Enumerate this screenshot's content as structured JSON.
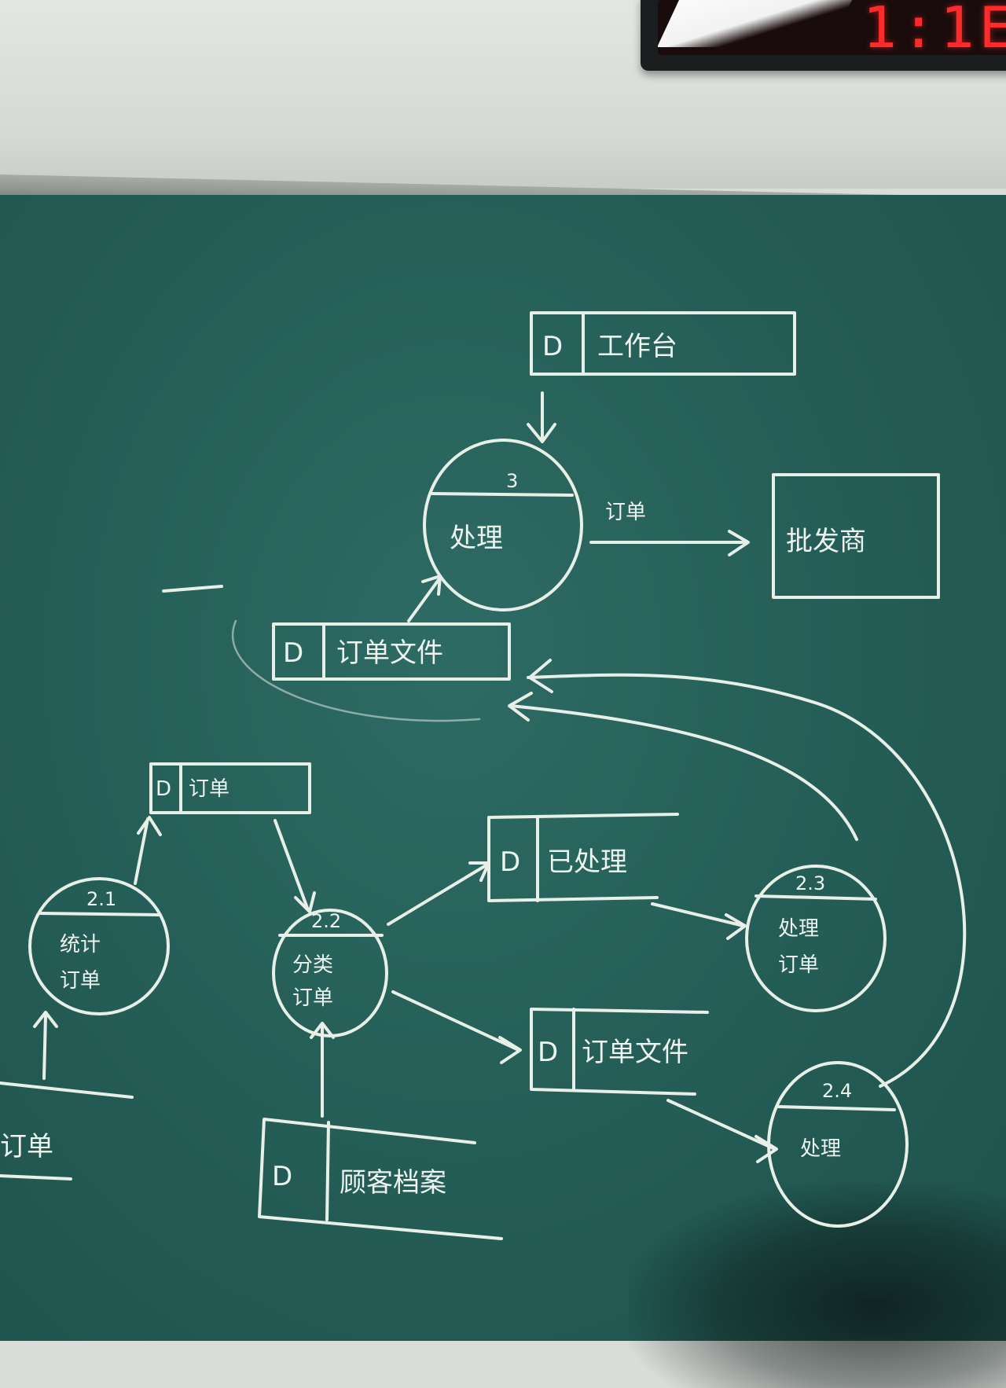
{
  "clock": {
    "digits": "1:1E"
  },
  "diagram": {
    "processes": {
      "p3": {
        "number": "3",
        "name": "处理"
      },
      "p21": {
        "number": "2.1",
        "name_line1": "统计",
        "name_line2": "订单"
      },
      "p22": {
        "number": "2.2",
        "name_line1": "分类",
        "name_line2": "订单"
      },
      "p23": {
        "number": "2.3",
        "name_line1": "处理",
        "name_line2": "订单"
      },
      "p24": {
        "number": "2.4",
        "name_line1": "处理",
        "name_line2": ""
      }
    },
    "stores": {
      "top_store": {
        "id": "D",
        "name": "工作台"
      },
      "mid_store": {
        "id": "D",
        "name": "订单文件"
      },
      "order_store": {
        "id": "D",
        "name": "订单"
      },
      "store_a": {
        "id": "D",
        "name": "已处理"
      },
      "store_b": {
        "id": "D",
        "name": "订单文件"
      },
      "bottom_store": {
        "id": "D",
        "name": "顾客档案"
      },
      "left_partial": {
        "name": "订单"
      }
    },
    "external": {
      "name": "批发商"
    },
    "flows": {
      "p3_to_external": "订单"
    }
  },
  "colors": {
    "board": "#255f58",
    "chalk": "#e8efe9",
    "wall": "#d9dcd8",
    "led": "#ff2b2b"
  }
}
